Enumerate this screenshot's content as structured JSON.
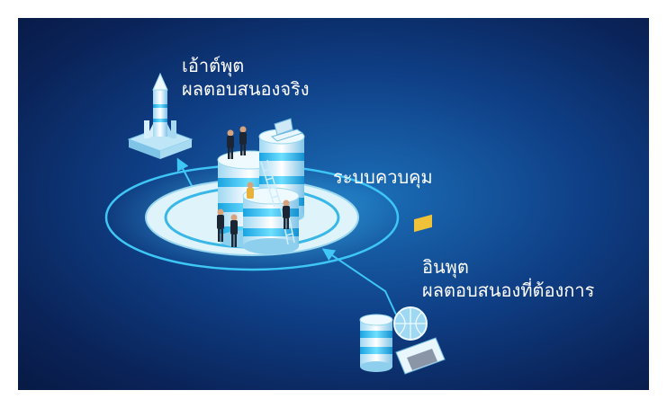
{
  "labels": {
    "output_line1": "เอ้าต์พุต",
    "output_line2": "ผลตอบสนองจริง",
    "control": "ระบบควบคุม",
    "input_line1": "อินพุต",
    "input_line2": "ผลตอบสนองที่ต้องการ"
  },
  "icons": {
    "output": "rocket-icon",
    "control": "server-stack-icon",
    "input": "laptop-database-icon"
  },
  "colors": {
    "background": "#0f3f86",
    "accent": "#3ec6f5",
    "text": "#ffffff"
  }
}
